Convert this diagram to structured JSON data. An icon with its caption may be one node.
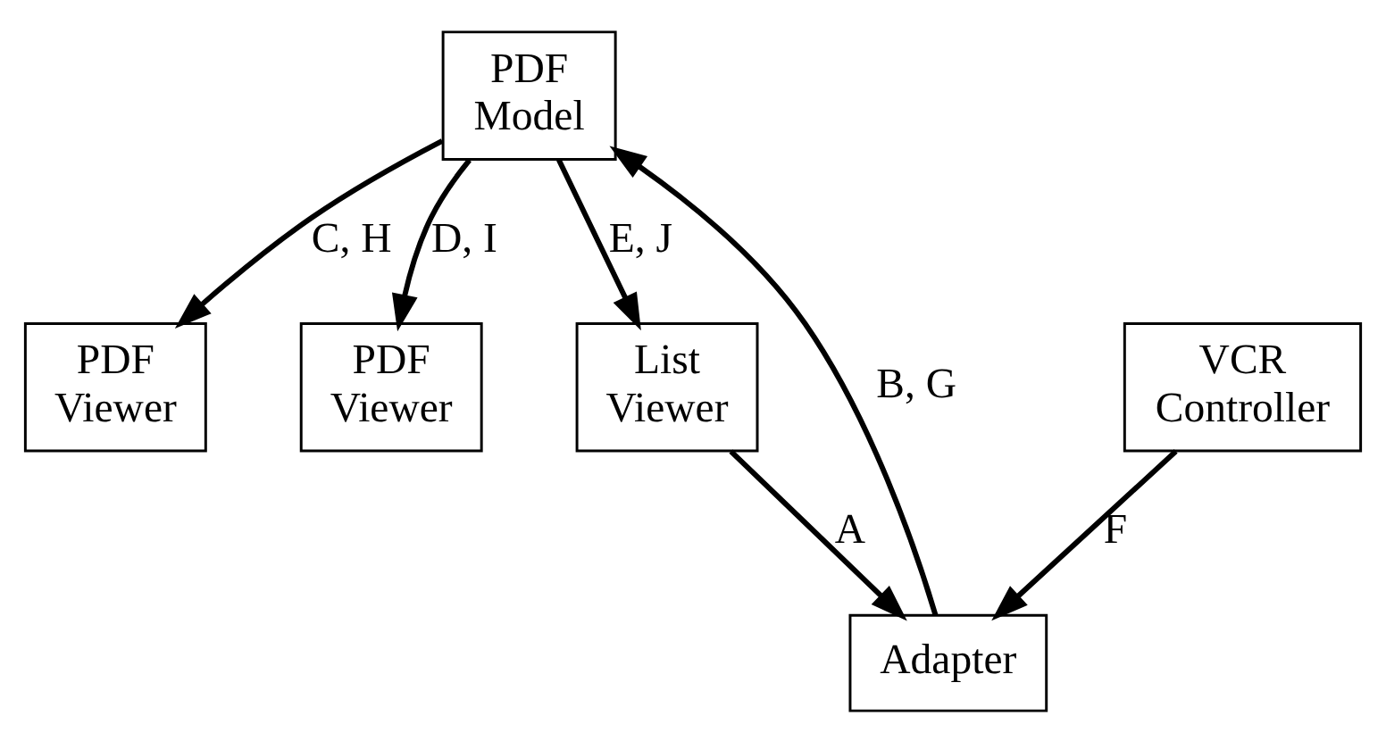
{
  "diagram": {
    "nodes": [
      {
        "text": [
          "PDF Model"
        ]
      },
      {
        "text": [
          "Adapter"
        ]
      },
      {
        "text": [
          "PDF Viewer"
        ]
      },
      {
        "text": [
          "PDF Viewer"
        ]
      },
      {
        "text": [
          "List Viewer"
        ]
      },
      {
        "text": [
          "VCR Controller"
        ]
      }
    ],
    "edges": [
      {
        "from": 1,
        "to": 0,
        "arrow": "to",
        "label": "B, G"
      },
      {
        "from": 0,
        "to": 2,
        "arrow": "to",
        "label": "C, H"
      },
      {
        "from": 0,
        "to": 3,
        "arrow": "to",
        "label": "D, I"
      },
      {
        "from": 0,
        "to": 4,
        "arrow": "to",
        "label": "E, J"
      },
      {
        "from": 4,
        "to": 1,
        "arrow": "to",
        "label": "A"
      },
      {
        "from": 5,
        "to": 1,
        "arrow": "to",
        "label": "F"
      }
    ]
  }
}
